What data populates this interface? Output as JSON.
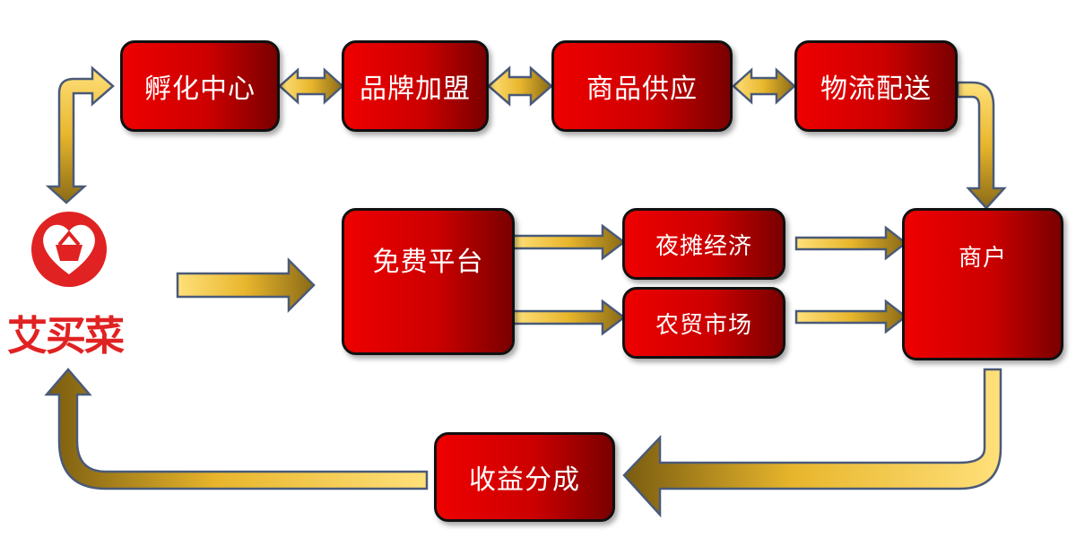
{
  "brand": {
    "name": "艾买菜",
    "color": "#e02222"
  },
  "nodes": {
    "incubation": "孵化中心",
    "brand_franchise": "品牌加盟",
    "supply": "商品供应",
    "logistics": "物流配送",
    "free_platform": "免费平台",
    "night_market": "夜摊经济",
    "farmers_market": "农贸市场",
    "merchants": "商户",
    "revenue_share": "收益分成"
  },
  "colors": {
    "node_fill": "#dd0000",
    "arrow_fill": "#f2c83c",
    "arrow_stroke": "#4a5a78"
  }
}
